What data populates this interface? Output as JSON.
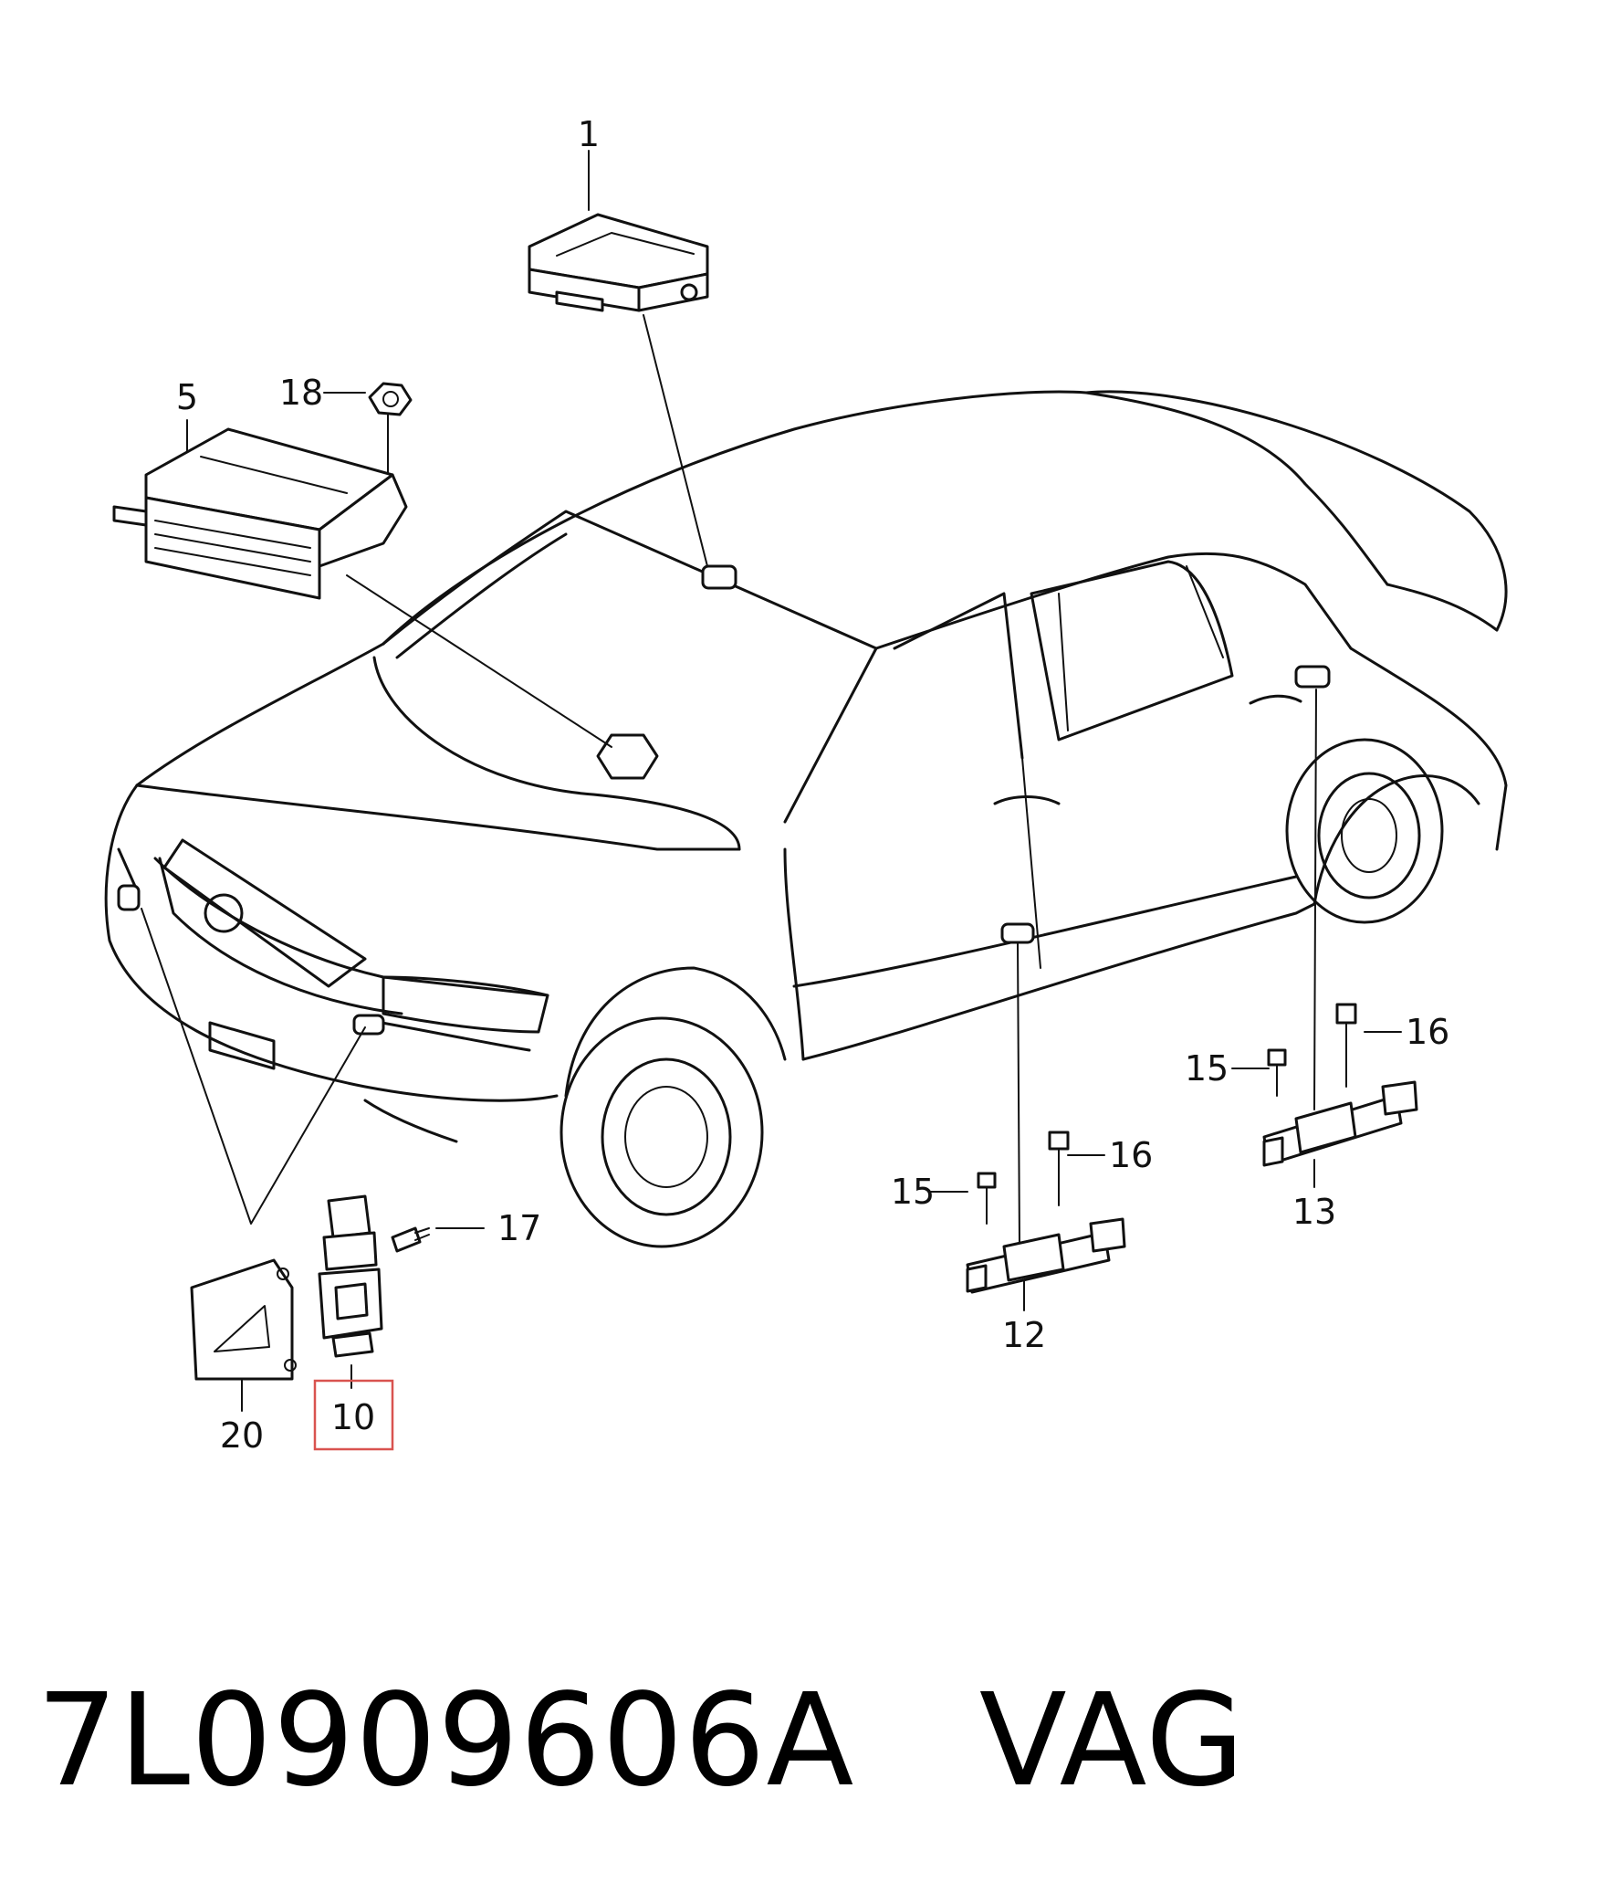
{
  "callouts": {
    "c1": "1",
    "c5": "5",
    "c18": "18",
    "c17": "17",
    "c10": "10",
    "c20": "20",
    "c15a": "15",
    "c16a": "16",
    "c12": "12",
    "c15b": "15",
    "c16b": "16",
    "c13": "13"
  },
  "highlight": {
    "callout": "10",
    "color": "#d9534f"
  },
  "footer": {
    "part_number": "7L0909606A",
    "brand": "VAG"
  }
}
